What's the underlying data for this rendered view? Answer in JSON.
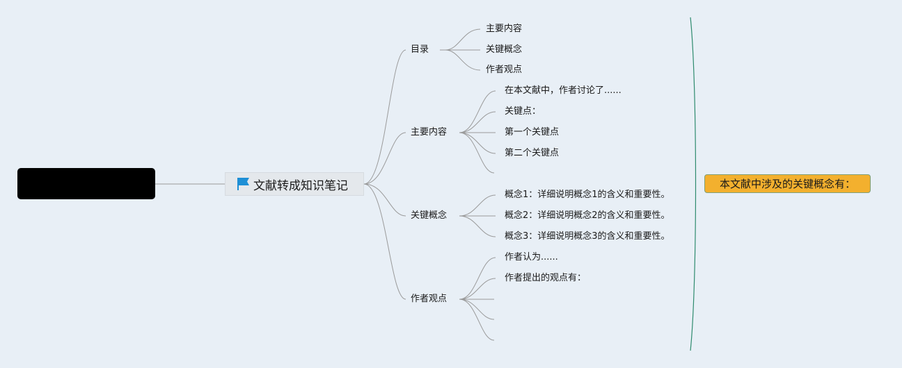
{
  "root": {
    "label": ""
  },
  "center": {
    "title": "文献转成知识笔记",
    "icon": "flag-icon",
    "icon_color": "#1e8fd6"
  },
  "branches": {
    "catalog": {
      "label": "目录",
      "children": [
        "主要内容",
        "关键概念",
        "作者观点"
      ]
    },
    "main_content": {
      "label": "主要内容",
      "children": [
        "在本文献中，作者讨论了......",
        "关键点：",
        "第一个关键点",
        "第二个关键点",
        ""
      ]
    },
    "key_concepts": {
      "label": "关键概念",
      "children": [
        "概念1：详细说明概念1的含义和重要性。",
        "概念2：详细说明概念2的含义和重要性。",
        "概念3：详细说明概念3的含义和重要性。"
      ]
    },
    "author_views": {
      "label": "作者观点",
      "children": [
        "作者认为......",
        "作者提出的观点有：",
        "",
        "",
        ""
      ]
    }
  },
  "summary": {
    "label": "本文献中涉及的关键概念有：",
    "bg_color": "#f3b02e"
  },
  "colors": {
    "background": "#e8eff6",
    "connector": "#9a9a9a",
    "bracket": "#2e8b6e"
  }
}
